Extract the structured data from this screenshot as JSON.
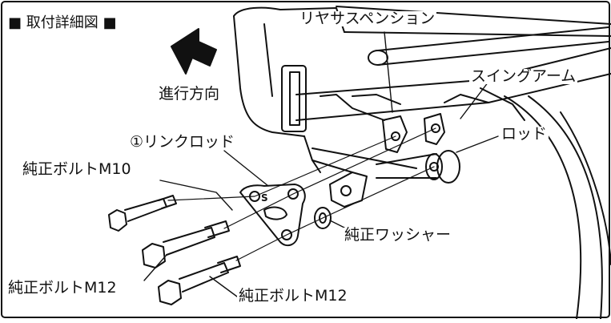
{
  "figure": {
    "title": "■ 取付詳細図 ■",
    "stroke_color": "#111111",
    "background": "#ffffff",
    "labels": {
      "rear_suspension": "リヤサスペンション",
      "swing_arm": "スイングアーム",
      "direction": "進行方向",
      "link_rod": "①リンクロッド",
      "rod": "ロッド",
      "bolt_m10": "純正ボルトM10",
      "washer": "純正ワッシャー",
      "bolt_m12_left": "純正ボルトM12",
      "bolt_m12_bottom": "純正ボルトM12",
      "plate_mark": "S"
    },
    "icons": {
      "direction_arrow": "arrow-up-left-icon"
    }
  }
}
